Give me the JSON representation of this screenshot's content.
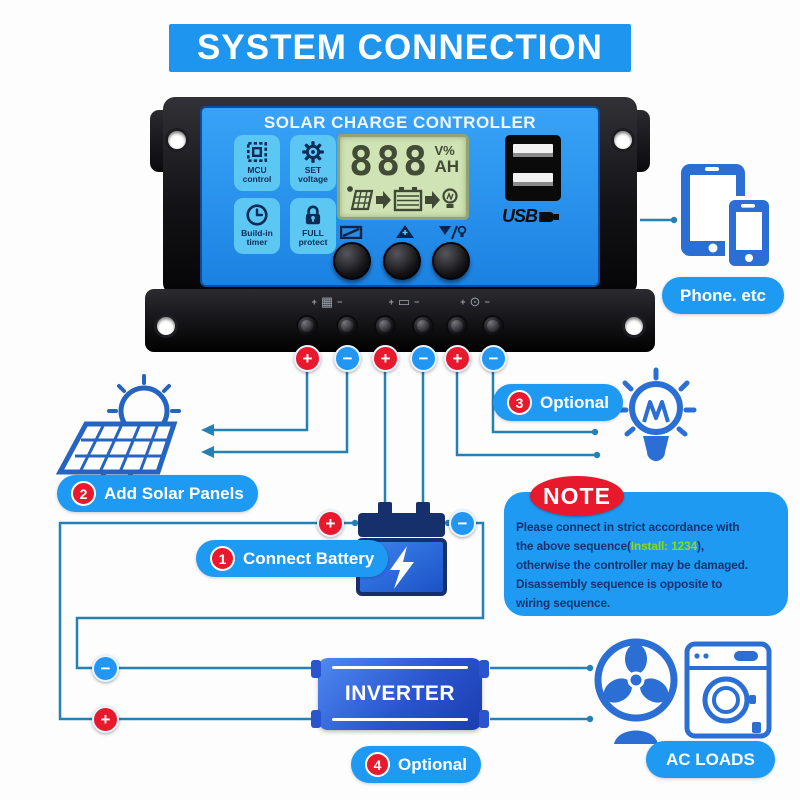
{
  "banner": {
    "title": "SYSTEM CONNECTION"
  },
  "controller": {
    "title": "SOLAR CHARGE CONTROLLER",
    "features": [
      {
        "icon": "chip-icon",
        "label": "MCU\ncontrol"
      },
      {
        "icon": "gear-icon",
        "label": "SET\nvoltage"
      },
      {
        "icon": "clock-icon",
        "label": "Build-in\ntimer"
      },
      {
        "icon": "lock-icon",
        "label": "FULL\nprotect"
      }
    ],
    "lcd": {
      "digits": "888",
      "unit_top": "V%",
      "unit_bottom": "AH"
    },
    "usb_label": "USB",
    "terminals": [
      "+",
      "−",
      "+",
      "−",
      "+",
      "−"
    ]
  },
  "steps": [
    {
      "number": "1",
      "label": "Connect Battery"
    },
    {
      "number": "2",
      "label": "Add Solar Panels"
    },
    {
      "number": "3",
      "label": "Optional"
    },
    {
      "number": "4",
      "label": "Optional"
    }
  ],
  "devices": {
    "phone_label": "Phone. etc",
    "inverter_label": "INVERTER",
    "ac_loads_label": "AC LOADS"
  },
  "wiring": {
    "battery_wire_positive": "+",
    "battery_wire_negative": "−",
    "inverter_wire_negative": "−",
    "inverter_wire_positive": "+"
  },
  "note": {
    "title": "NOTE",
    "line1": "Please connect in strict accordance with",
    "line2_pre": "the above sequence(",
    "line2_highlight": "Install: 1234",
    "line2_post": "),",
    "line3": "otherwise the controller may be damaged.",
    "line4": "Disassembly sequence is opposite to",
    "line5": "wiring sequence."
  },
  "colors": {
    "accent_blue": "#1e9af2",
    "panel_blue": "#2a9cf5",
    "badge_red": "#e8192c",
    "terminal_blue": "#2196f3",
    "wire": "#2580b4",
    "lcd_green": "#cfe3b4",
    "note_text": "#17306e",
    "note_highlight": "#8fdc00",
    "device_icon_blue": "#2b6fd4"
  }
}
